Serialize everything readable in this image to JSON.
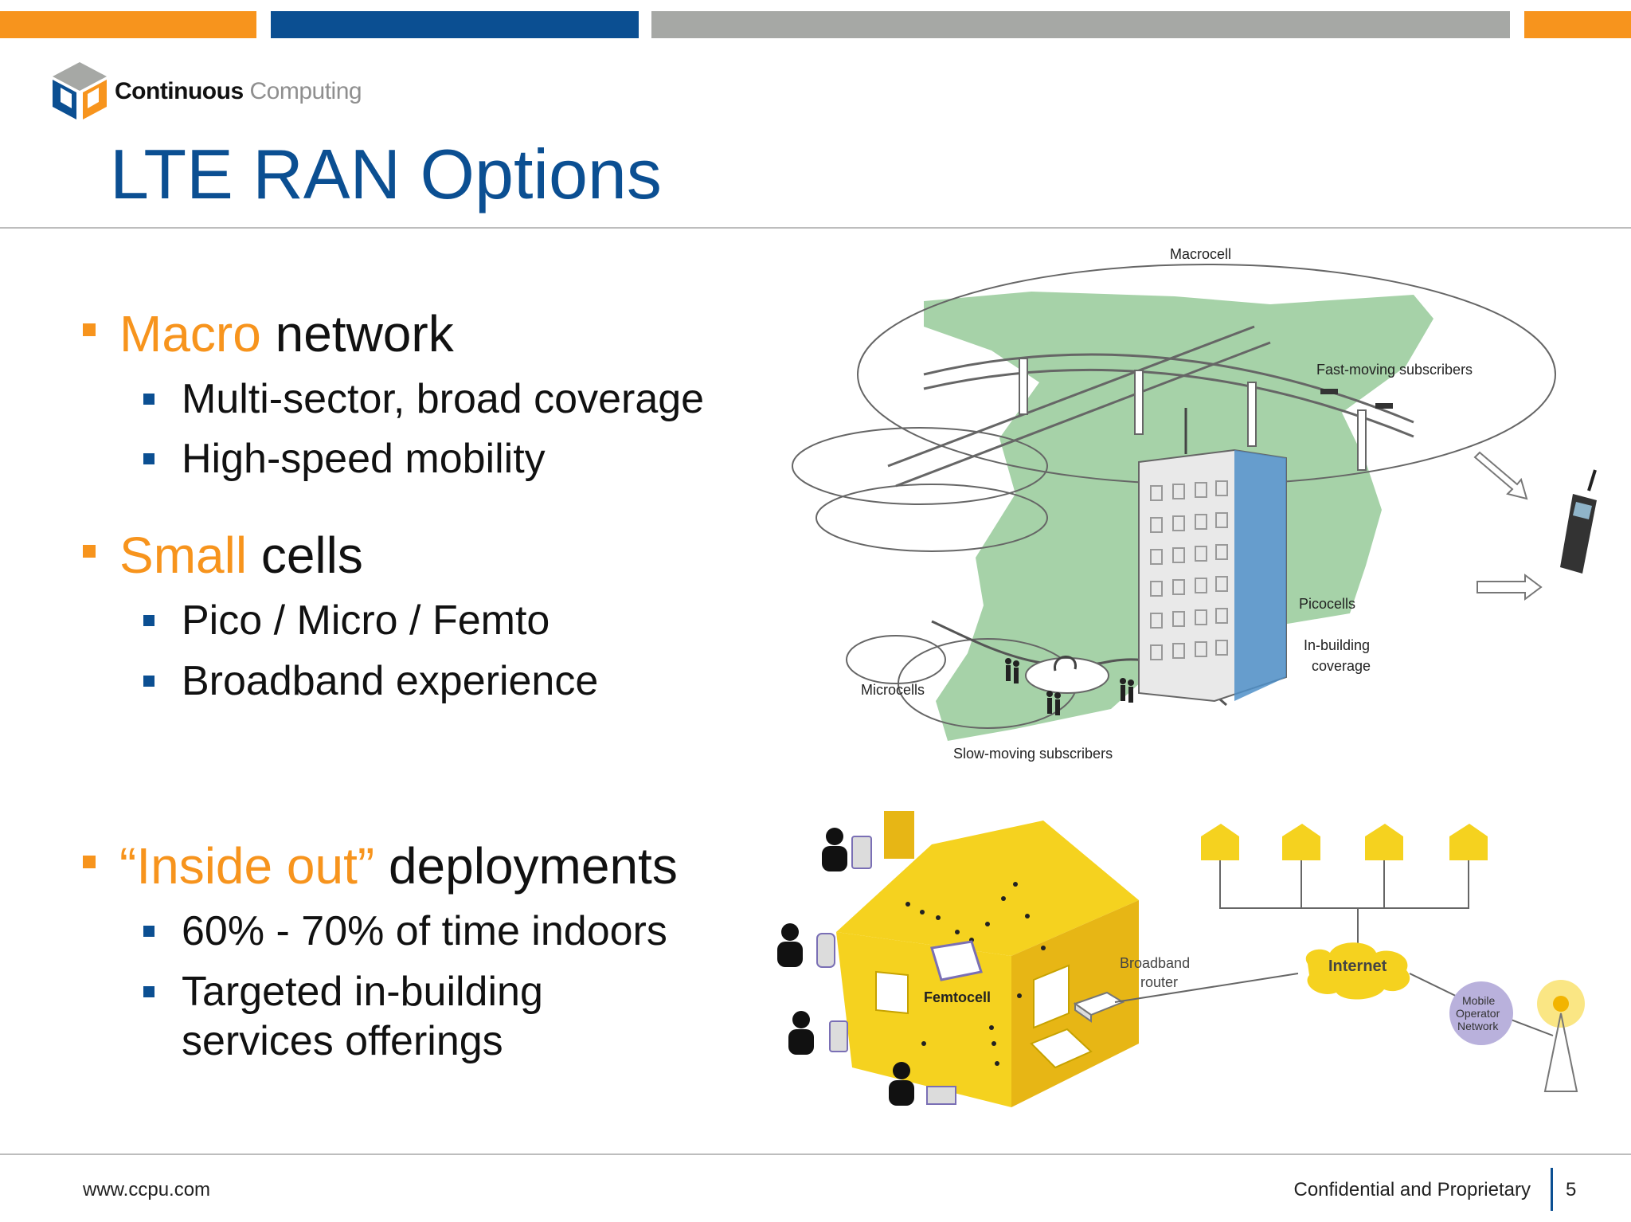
{
  "colors": {
    "orange": "#f7941d",
    "blue": "#0b4f92",
    "gray": "#a6a8a5",
    "land": "#9ccd9f",
    "yellow": "#f5d21f"
  },
  "logo": {
    "strong": "Continuous",
    "light": "Computing",
    "icon": "cube-logo-icon"
  },
  "title": "LTE RAN Options",
  "bullets": {
    "macro": {
      "highlight": "Macro",
      "rest": " network",
      "subs": [
        "Multi-sector, broad coverage",
        "High-speed mobility"
      ]
    },
    "small": {
      "highlight": "Small",
      "rest": " cells",
      "subs": [
        "Pico / Micro / Femto",
        "Broadband experience"
      ]
    },
    "inside": {
      "highlight": "“Inside out”",
      "rest": " deployments",
      "sub1": "60% - 70% of time indoors",
      "sub2_line1": "Targeted in-building",
      "sub2_line2": "services offerings"
    }
  },
  "diagram1": {
    "macrocell": "Macrocell",
    "fast": "Fast-moving subscribers",
    "picocells": "Picocells",
    "inbuilding1": "In-building",
    "inbuilding2": "coverage",
    "microcells": "Microcells",
    "slow": "Slow-moving subscribers"
  },
  "diagram2": {
    "femtocell": "Femtocell",
    "router1": "Broadband",
    "router2": "router",
    "internet": "Internet",
    "mno1": "Mobile",
    "mno2": "Operator",
    "mno3": "Network"
  },
  "footer": {
    "url": "www.ccpu.com",
    "confidential": "Confidential and Proprietary",
    "page": "5"
  }
}
